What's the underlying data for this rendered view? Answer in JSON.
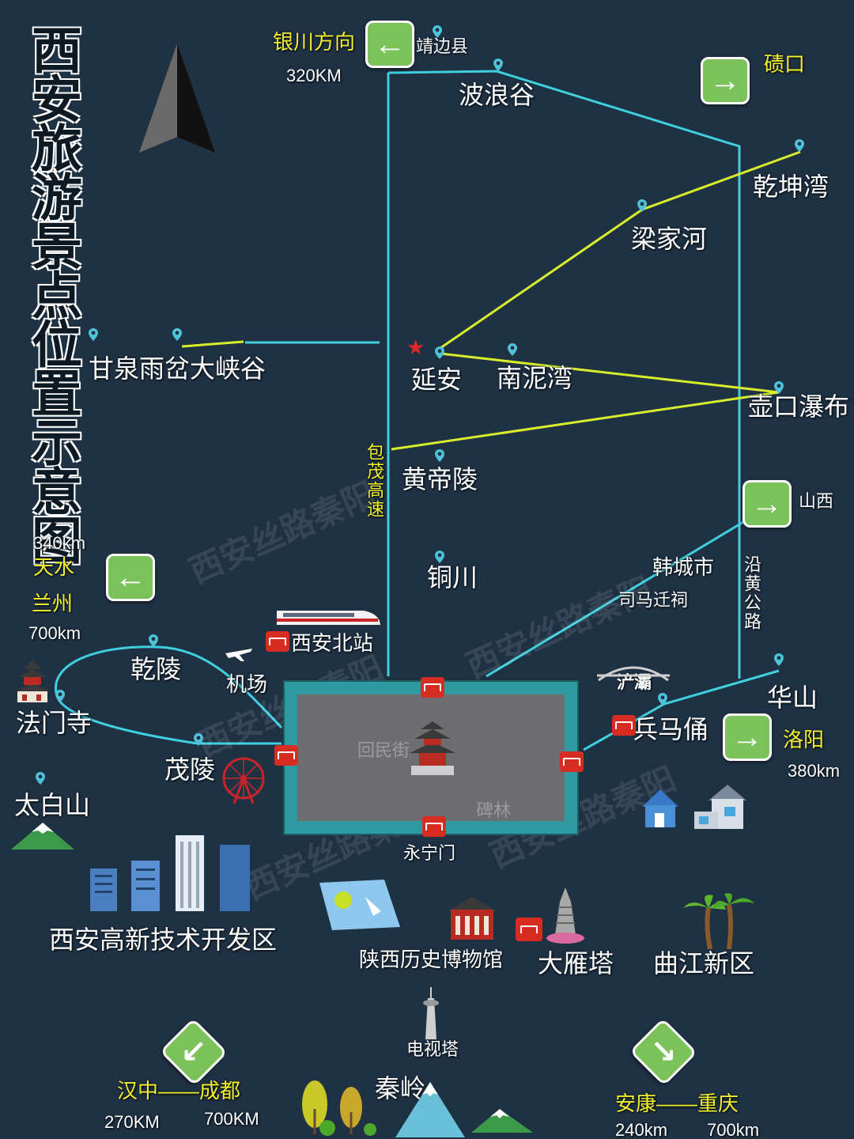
{
  "title": "西安旅游景点位置示意图",
  "colors": {
    "background": "#1f3244",
    "route_cyan": "#3fd0df",
    "route_yellow": "#d8ee2c",
    "label_yellow": "#f2ee2e",
    "arrow_green": "#7cc25a",
    "city_wall": "#2f9aa0",
    "station_red": "#d72c22"
  },
  "north_arrow": {
    "icon": "north-arrow-icon"
  },
  "directions": {
    "yinchuan": {
      "label": "银川方向",
      "distance": "320KM",
      "icon": "arrow-left-icon"
    },
    "qikou": {
      "label": "碛口",
      "icon": "arrow-right-icon"
    },
    "shanxi": {
      "label": "山西",
      "icon": "arrow-right-icon"
    },
    "tianshui": {
      "label": "天水",
      "distance": "340km",
      "icon": "arrow-left-icon"
    },
    "lanzhou": {
      "label": "兰州",
      "distance": "700km"
    },
    "luoyang": {
      "label": "洛阳",
      "distance": "380km",
      "icon": "arrow-right-icon"
    },
    "hanzhong": {
      "label": "汉中——成都",
      "distance1": "270KM",
      "distance2": "700KM",
      "icon": "arrow-down-left-icon"
    },
    "ankang": {
      "label": "安康——重庆",
      "distance1": "240km",
      "distance2": "700km",
      "icon": "arrow-down-right-icon"
    }
  },
  "places": {
    "jingbian": "靖边县",
    "bolanggu": "波浪谷",
    "qiankunwan": "乾坤湾",
    "liangjiahe": "梁家河",
    "ganquan": "甘泉雨岔大峡谷",
    "yanan": "延安",
    "nanniwan": "南泥湾",
    "hukou": "壶口瀑布",
    "huangdiling": "黄帝陵",
    "baomao": "包茂高速",
    "tongchuan": "铜川",
    "hancheng": "韩城市",
    "simaqian": "司马迁祠",
    "yanhuang": "沿黄公路",
    "xianbei": "西安北站",
    "jichang": "机场",
    "qianling": "乾陵",
    "famensi": "法门寺",
    "maoling": "茂陵",
    "taibaishan": "太白山",
    "chanba": "浐灞",
    "bingmayong": "兵马俑",
    "huashan": "华山",
    "huiminjie": "回民街",
    "beilin": "碑林",
    "yongningmen": "永宁门",
    "gaoxin": "西安高新技术开发区",
    "lishibowuguan": "陕西历史博物馆",
    "dayanta": "大雁塔",
    "qujiang": "曲江新区",
    "dianshita": "电视塔",
    "qinling": "秦岭"
  },
  "watermark": "西安丝路秦阳"
}
